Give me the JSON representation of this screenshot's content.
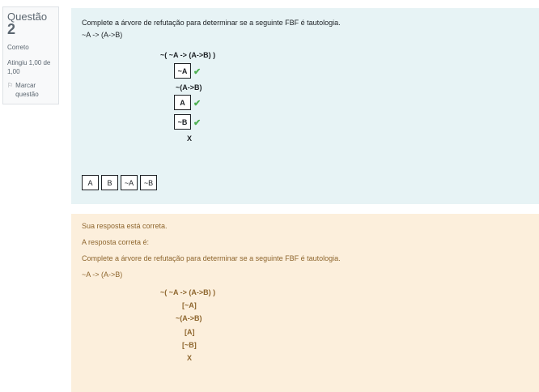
{
  "question": {
    "label": "Questão",
    "number": "2",
    "state": "Correto",
    "grade": "Atingiu 1,00 de 1,00",
    "flag_label": "Marcar questão",
    "flag_icon": "flag-icon"
  },
  "formulation": {
    "prompt": "Complete a árvore de refutação para determinar se a seguinte FBF é tautologia.",
    "formula": "~A -> (A->B)",
    "tree": {
      "root": "~( ~A -> (A->B) )",
      "slot1": "~A",
      "middle": "~(A->B)",
      "slot2": "A",
      "slot3": "~B",
      "closed": "X"
    },
    "choices": [
      "A",
      "B",
      "~A",
      "~B"
    ],
    "check_icon": "check-icon",
    "check_color": "#4caf50"
  },
  "outcome": {
    "feedback": "Sua resposta está correta.",
    "right_answer_label": "A resposta correta é:",
    "prompt": "Complete a árvore de refutação para determinar se a seguinte FBF é tautologia.",
    "formula": "~A -> (A->B)",
    "tree": {
      "root": "~( ~A -> (A->B) )",
      "line1": "[~A]",
      "line2": "~(A->B)",
      "line3": "[A]",
      "line4": "[~B]",
      "closed": "X"
    },
    "text_color": "#8e662e",
    "background": "#fcefdc"
  }
}
